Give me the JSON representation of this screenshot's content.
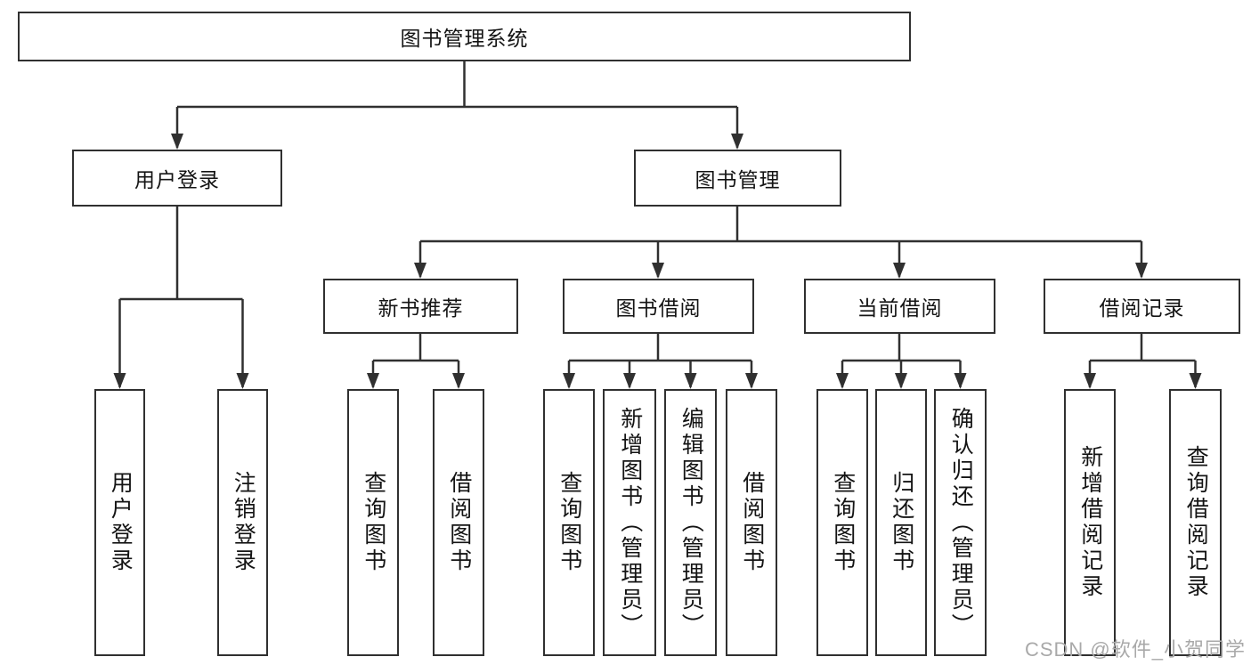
{
  "diagram": {
    "root": {
      "label": "图书管理系统"
    },
    "branches": [
      {
        "label": "用户登录",
        "children": [
          {
            "label": "用户登录"
          },
          {
            "label": "注销登录"
          }
        ]
      },
      {
        "label": "图书管理",
        "children": [
          {
            "label": "新书推荐",
            "children": [
              {
                "label": "查询图书"
              },
              {
                "label": "借阅图书"
              }
            ]
          },
          {
            "label": "图书借阅",
            "children": [
              {
                "label": "查询图书"
              },
              {
                "label": "新增图书（管理员）"
              },
              {
                "label": "编辑图书（管理员）"
              },
              {
                "label": "借阅图书"
              }
            ]
          },
          {
            "label": "当前借阅",
            "children": [
              {
                "label": "查询图书"
              },
              {
                "label": "归还图书"
              },
              {
                "label": "确认归还（管理员）"
              }
            ]
          },
          {
            "label": "借阅记录",
            "children": [
              {
                "label": "新增借阅记录"
              },
              {
                "label": "查询借阅记录"
              }
            ]
          }
        ]
      }
    ]
  },
  "colors": {
    "line": "#303030",
    "box_border": "#303030",
    "text": "#141414",
    "watermark": "#a9a9a9",
    "background": "#ffffff"
  },
  "watermark": "CSDN @软件_小贺同学"
}
